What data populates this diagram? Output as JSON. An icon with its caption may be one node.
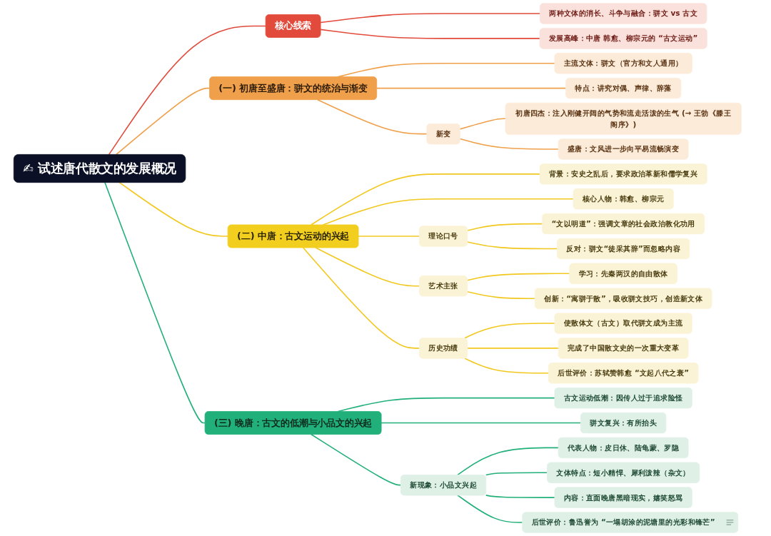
{
  "diagram": {
    "nodes": [
      {
        "text": [
          "✍ 试述唐代散文的发展概况"
        ]
      },
      {
        "text": [
          "核心线索"
        ]
      },
      {
        "text": [
          "两种文体的消长、斗争与融合：骈文 vs 古文"
        ]
      },
      {
        "text": [
          "发展高峰：中唐 韩愈、柳宗元的 “古文运动”"
        ]
      },
      {
        "text": [
          "(一) 初唐至盛唐：骈文的统治与渐变"
        ]
      },
      {
        "text": [
          "主流文体：骈文（官方和文人通用）"
        ]
      },
      {
        "text": [
          "特点：讲究对偶、声律、辞藻"
        ]
      },
      {
        "text": [
          "新变"
        ]
      },
      {
        "text": [
          "初唐四杰：注入刚健开阔的气势和流走活泼的生气 (→ 王勃《滕王阁序》)"
        ]
      },
      {
        "text": [
          "盛唐：文风进一步向平易流畅演变"
        ]
      },
      {
        "text": [
          "(二) 中唐：古文运动的兴起"
        ]
      },
      {
        "text": [
          "背景：安史之乱后，要求政治革新和儒学复兴"
        ]
      },
      {
        "text": [
          "核心人物：韩愈、柳宗元"
        ]
      },
      {
        "text": [
          "理论口号"
        ]
      },
      {
        "text": [
          "“文以明道”：强调文章的社会政治教化功用"
        ]
      },
      {
        "text": [
          "反对：骈文“徒采其辞”而忽略内容"
        ]
      },
      {
        "text": [
          "艺术主张"
        ]
      },
      {
        "text": [
          "学习：先秦两汉的自由散体"
        ]
      },
      {
        "text": [
          "创新：“寓骈于散”，吸收骈文技巧，创造新文体"
        ]
      },
      {
        "text": [
          "历史功绩"
        ]
      },
      {
        "text": [
          "使散体文（古文）取代骈文成为主流"
        ]
      },
      {
        "text": [
          "完成了中国散文史的一次重大变革"
        ]
      },
      {
        "text": [
          "后世评价：苏轼赞韩愈 “文起八代之衰”"
        ]
      },
      {
        "text": [
          "(三) 晚唐：古文的低潮与小品文的兴起"
        ]
      },
      {
        "text": [
          "古文运动低潮：因传人过于追求险怪"
        ]
      },
      {
        "text": [
          "骈文复兴：有所抬头"
        ]
      },
      {
        "text": [
          "新现象：小品文兴起"
        ]
      },
      {
        "text": [
          "代表人物：皮日休、陆龟蒙、罗隐"
        ]
      },
      {
        "text": [
          "文体特点：短小精悍、犀利泼辣（杂文）"
        ]
      },
      {
        "text": [
          "内容：直面晚唐黑暗现实，嬉笑怒骂"
        ]
      },
      {
        "text": [
          "后世评价：鲁迅誉为 “一塌胡涂的泥塘里的光彩和锋芒”"
        ]
      }
    ],
    "edges": [
      {
        "from": 0,
        "to": 1,
        "arrow": "none",
        "color": "#e24a3b"
      },
      {
        "from": 1,
        "to": 2,
        "arrow": "none",
        "color": "#e24a3b"
      },
      {
        "from": 1,
        "to": 3,
        "arrow": "none",
        "color": "#e24a3b"
      },
      {
        "from": 0,
        "to": 4,
        "arrow": "none",
        "color": "#f0a04b"
      },
      {
        "from": 4,
        "to": 5,
        "arrow": "none",
        "color": "#f0a04b"
      },
      {
        "from": 4,
        "to": 6,
        "arrow": "none",
        "color": "#f0a04b"
      },
      {
        "from": 4,
        "to": 7,
        "arrow": "none",
        "color": "#f0a04b"
      },
      {
        "from": 7,
        "to": 8,
        "arrow": "none",
        "color": "#f0a04b"
      },
      {
        "from": 7,
        "to": 9,
        "arrow": "none",
        "color": "#f0a04b"
      },
      {
        "from": 0,
        "to": 10,
        "arrow": "none"
      },
      {
        "from": 10,
        "to": 11,
        "arrow": "none"
      },
      {
        "from": 10,
        "to": 12,
        "arrow": "none"
      },
      {
        "from": 10,
        "to": 13,
        "arrow": "none"
      },
      {
        "from": 13,
        "to": 14,
        "arrow": "none"
      },
      {
        "from": 13,
        "to": 15,
        "arrow": "none"
      },
      {
        "from": 10,
        "to": 16,
        "arrow": "none"
      },
      {
        "from": 16,
        "to": 17,
        "arrow": "none"
      },
      {
        "from": 16,
        "to": 18,
        "arrow": "none"
      },
      {
        "from": 10,
        "to": 19,
        "arrow": "none"
      },
      {
        "from": 19,
        "to": 20,
        "arrow": "none"
      },
      {
        "from": 19,
        "to": 21,
        "arrow": "none"
      },
      {
        "from": 19,
        "to": 22,
        "arrow": "none"
      },
      {
        "from": 0,
        "to": 23,
        "arrow": "none",
        "color": "#21b07a"
      },
      {
        "from": 23,
        "to": 24,
        "arrow": "none",
        "color": "#21b07a"
      },
      {
        "from": 23,
        "to": 25,
        "arrow": "none",
        "color": "#21b07a"
      },
      {
        "from": 23,
        "to": 26,
        "arrow": "none",
        "color": "#21b07a"
      },
      {
        "from": 26,
        "to": 27,
        "arrow": "none",
        "color": "#21b07a"
      },
      {
        "from": 26,
        "to": 28,
        "arrow": "none",
        "color": "#21b07a"
      },
      {
        "from": 26,
        "to": 29,
        "arrow": "none",
        "color": "#21b07a"
      },
      {
        "from": 26,
        "to": 30,
        "arrow": "none",
        "color": "#21b07a"
      }
    ]
  }
}
